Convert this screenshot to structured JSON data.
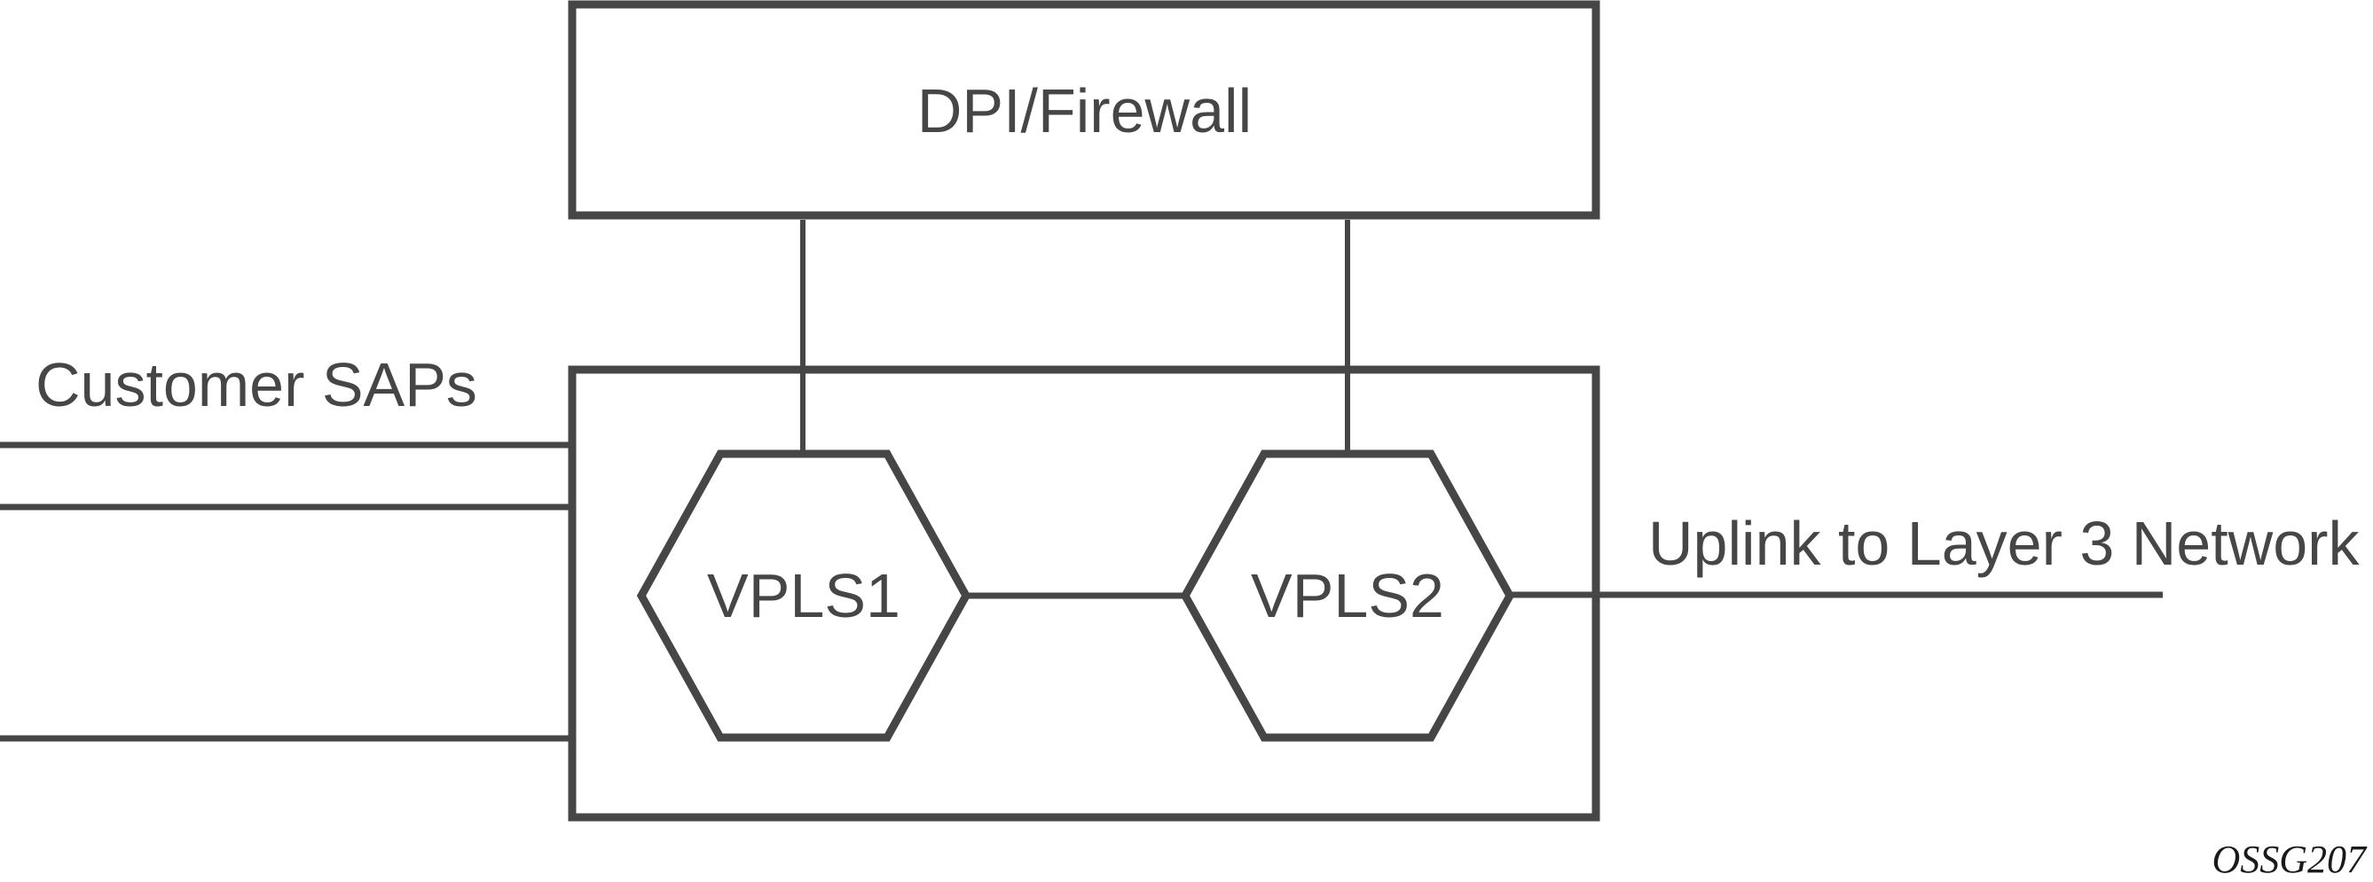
{
  "diagram": {
    "top_box": {
      "label": "DPI/Firewall"
    },
    "service_box": {
      "vpls1_label": "VPLS1",
      "vpls2_label": "VPLS2"
    },
    "left_label": "Customer SAPs",
    "right_label": "Uplink to Layer 3 Network",
    "figure_id": "OSSG207",
    "colors": {
      "line": "#464646",
      "figure_id_text": "#1a1a1a",
      "background": "#ffffff"
    }
  }
}
